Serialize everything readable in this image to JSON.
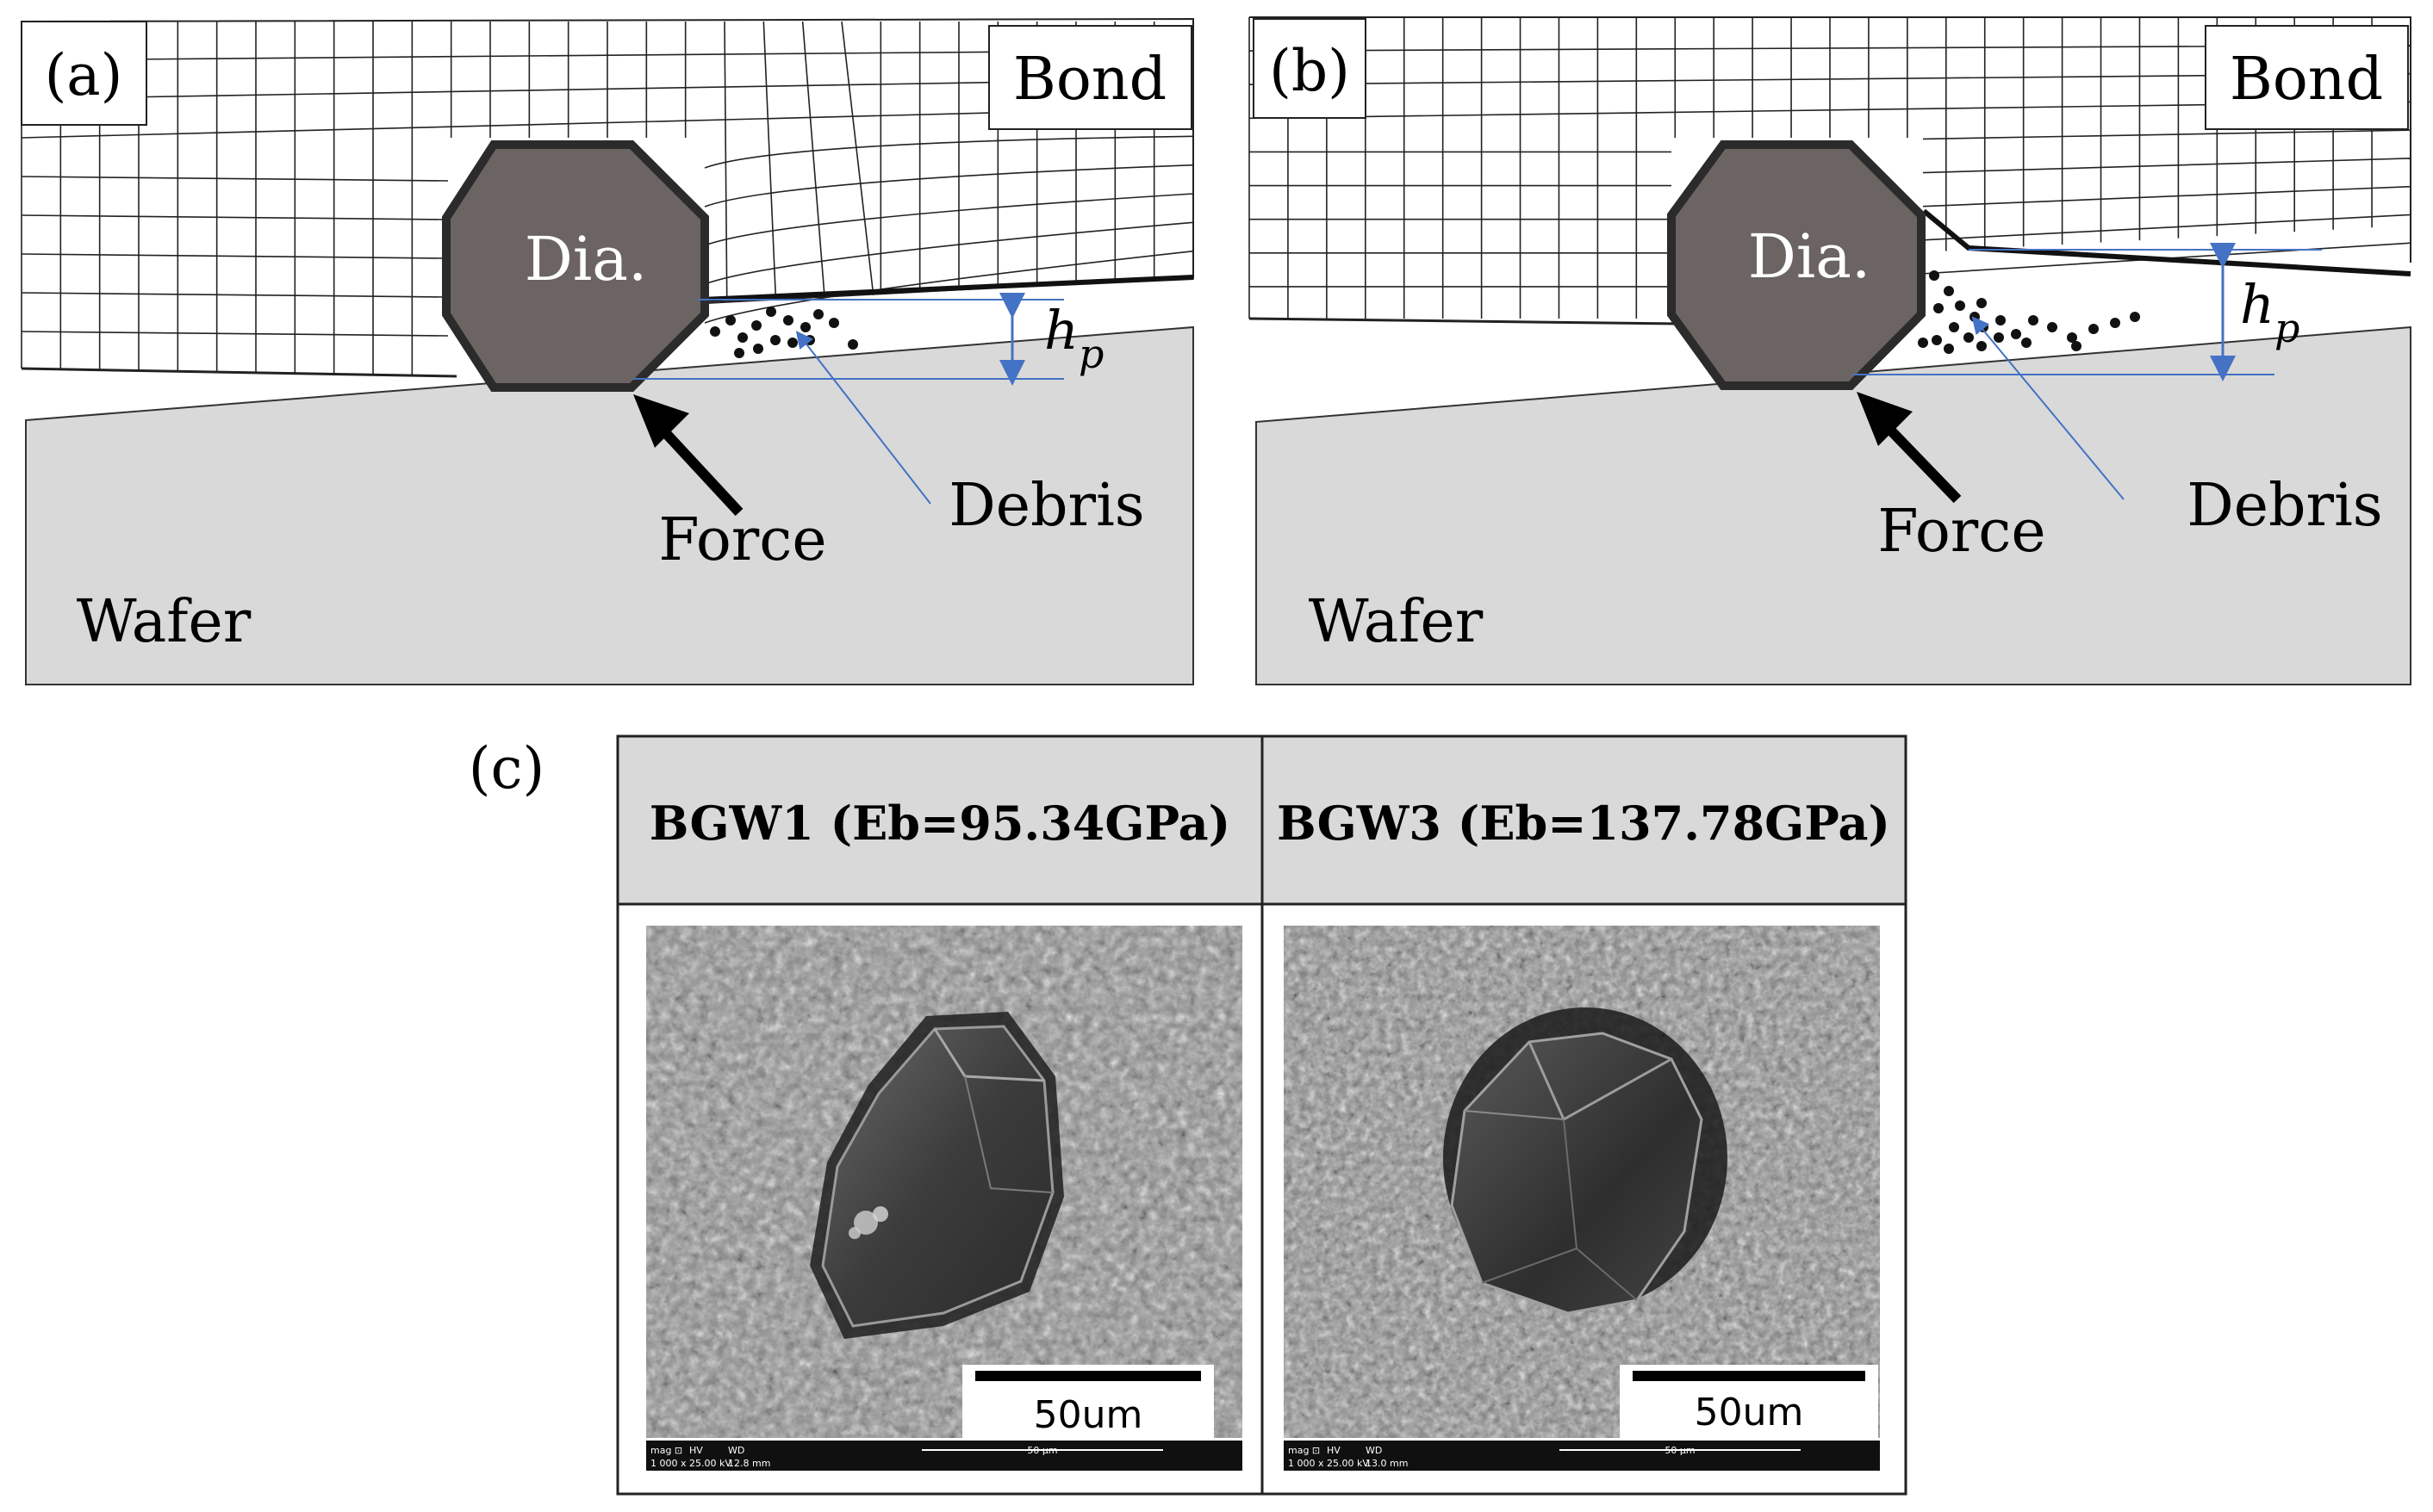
{
  "panel_a": {
    "label": "(a)",
    "bond_label": "Bond",
    "diamond_label": "Dia.",
    "wafer_label": "Wafer",
    "force_label": "Force",
    "debris_label": "Debris",
    "gap_label": "h",
    "gap_subscript": "p"
  },
  "panel_b": {
    "label": "(b)",
    "bond_label": "Bond",
    "diamond_label": "Dia.",
    "wafer_label": "Wafer",
    "force_label": "Force",
    "debris_label": "Debris",
    "gap_label": "h",
    "gap_subscript": "p"
  },
  "panel_c": {
    "label": "(c)",
    "columns": [
      {
        "header": "BGW1 (Eb=95.34GPa)",
        "scale_bar": "50um",
        "info_bar": [
          "mag ⊡",
          "HV",
          "WD",
          "1 000 x",
          "25.00 kV",
          "12.8 mm",
          "50 μm"
        ]
      },
      {
        "header": "BGW3 (Eb=137.78GPa)",
        "scale_bar": "50um",
        "info_bar": [
          "mag ⊡",
          "HV",
          "WD",
          "1 000 x",
          "25.00 kV",
          "13.0 mm",
          "50 μm"
        ]
      }
    ]
  },
  "colors": {
    "wafer_fill": "#d9d9d9",
    "diamond_fill": "#6b6462",
    "diamond_stroke": "#2b2b2b",
    "guide_blue": "#4472c4",
    "header_fill": "#d9d9d9",
    "sem_gray": "#8a8a8a"
  }
}
